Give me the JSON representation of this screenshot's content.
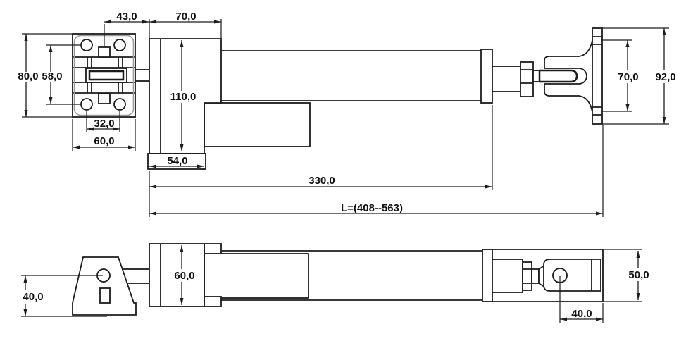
{
  "drawing": {
    "type": "technical-dimension-drawing",
    "subject": "linear-actuator",
    "background": "#ffffff",
    "line_color": "#1c1c1c",
    "cover_outline_color": "#9b9b9b",
    "views": {
      "top_view": "top view",
      "side_view": "side view"
    },
    "dimensions": {
      "top": {
        "pin_to_gearbox_offset": "43,0",
        "gearbox_width": "70,0",
        "rear_bracket_height": "80,0",
        "rear_hole_spacing_vertical": "58,0",
        "gearbox_height": "110,0",
        "rear_hole_spacing_horizontal": "32,0",
        "rear_bracket_width": "60,0",
        "foot_width": "54,0",
        "body_length": "330,0",
        "overall_length": "L=(408--563)",
        "flange_inner_height": "70,0",
        "flange_height": "92,0"
      },
      "side": {
        "rear_mount_hole_height": "40,0",
        "gearbox_depth": "60,0",
        "front_bracket_depth": "50,0",
        "clevis_hole_offset": "40,0"
      }
    }
  }
}
